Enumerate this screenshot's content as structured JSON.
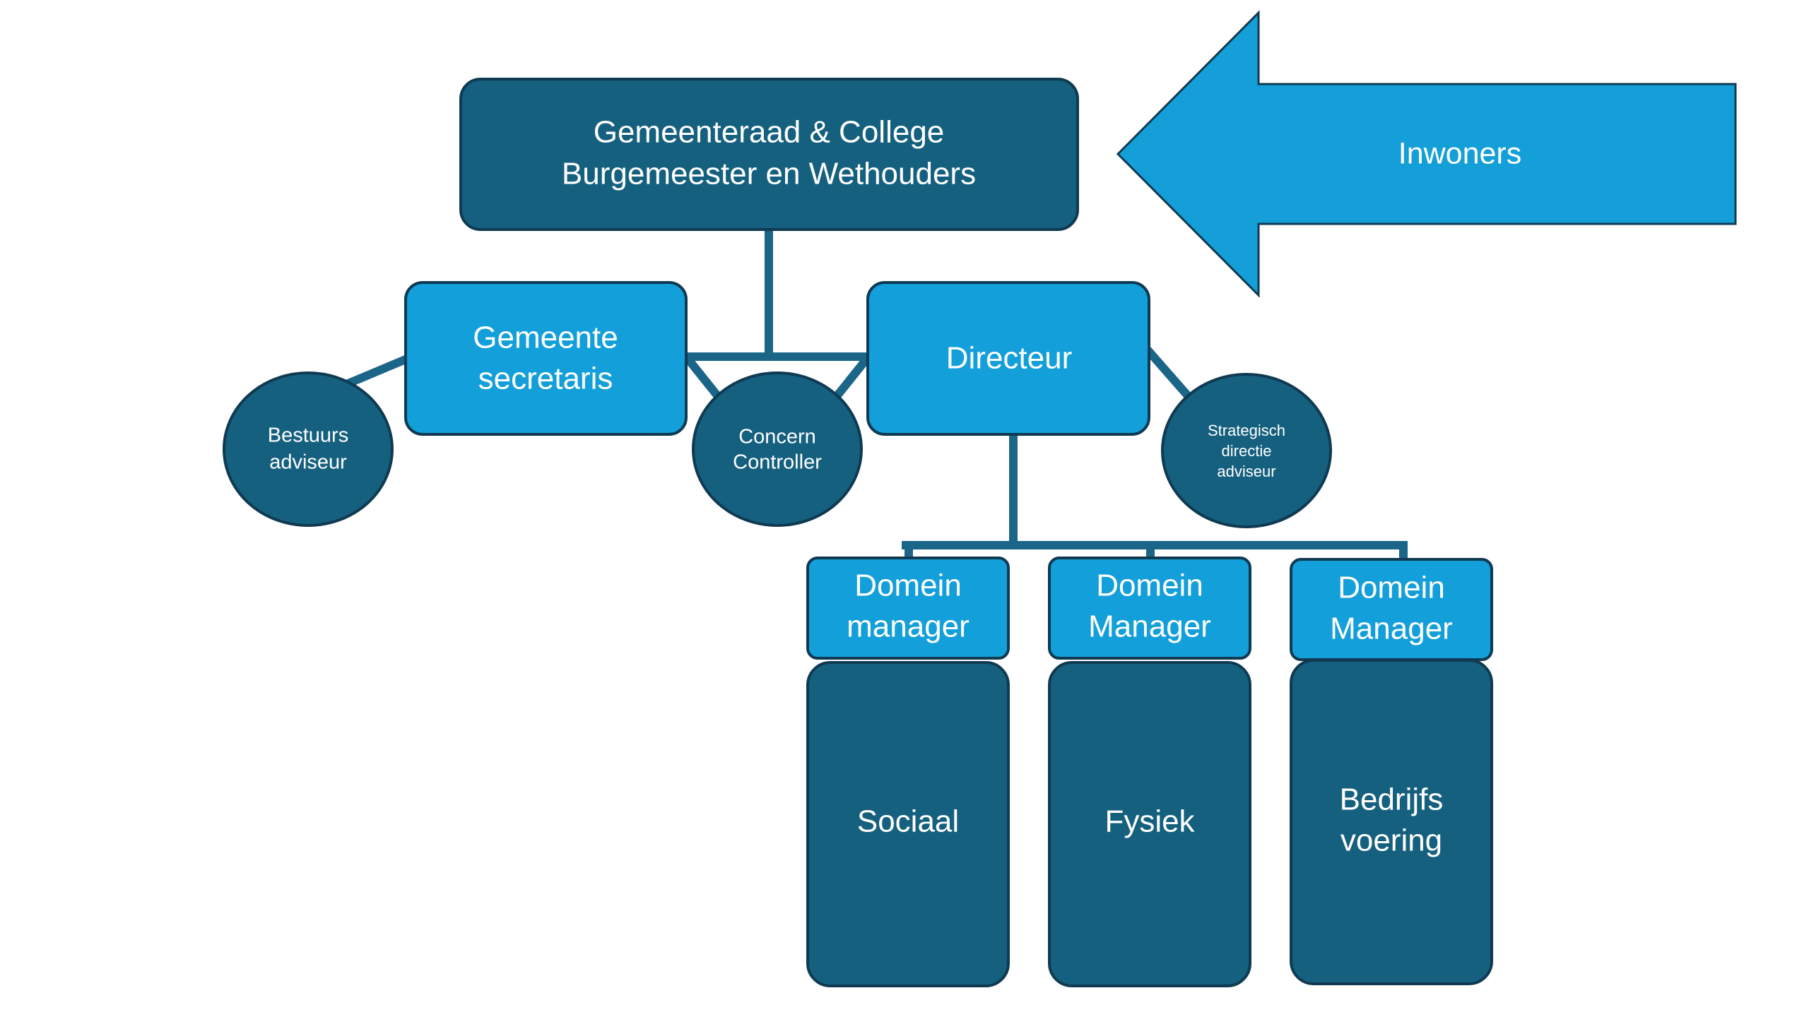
{
  "colors": {
    "dark": "#15607f",
    "light": "#139fd9",
    "outline": "#0f3a52",
    "connector": "#1b6589",
    "arrow": "#149fd9",
    "text": "#ffffff"
  },
  "nodes": {
    "council": {
      "line1": "Gemeenteraad & College",
      "line2": "Burgemeester en Wethouders"
    },
    "secretary": {
      "line1": "Gemeente",
      "line2": "secretaris"
    },
    "director": {
      "label": "Directeur"
    },
    "advisor": {
      "line1": "Bestuurs",
      "line2": "adviseur"
    },
    "controller": {
      "line1": "Concern",
      "line2": "Controller"
    },
    "strategic": {
      "line1": "Strategisch",
      "line2": "directie",
      "line3": "adviseur"
    },
    "residents": {
      "label": "Inwoners"
    },
    "domains": [
      {
        "header1": "Domein",
        "header2": "manager",
        "body1": "Sociaal",
        "body2": ""
      },
      {
        "header1": "Domein",
        "header2": "Manager",
        "body1": "Fysiek",
        "body2": ""
      },
      {
        "header1": "Domein",
        "header2": "Manager",
        "body1": "Bedrijfs",
        "body2": "voering"
      }
    ]
  }
}
